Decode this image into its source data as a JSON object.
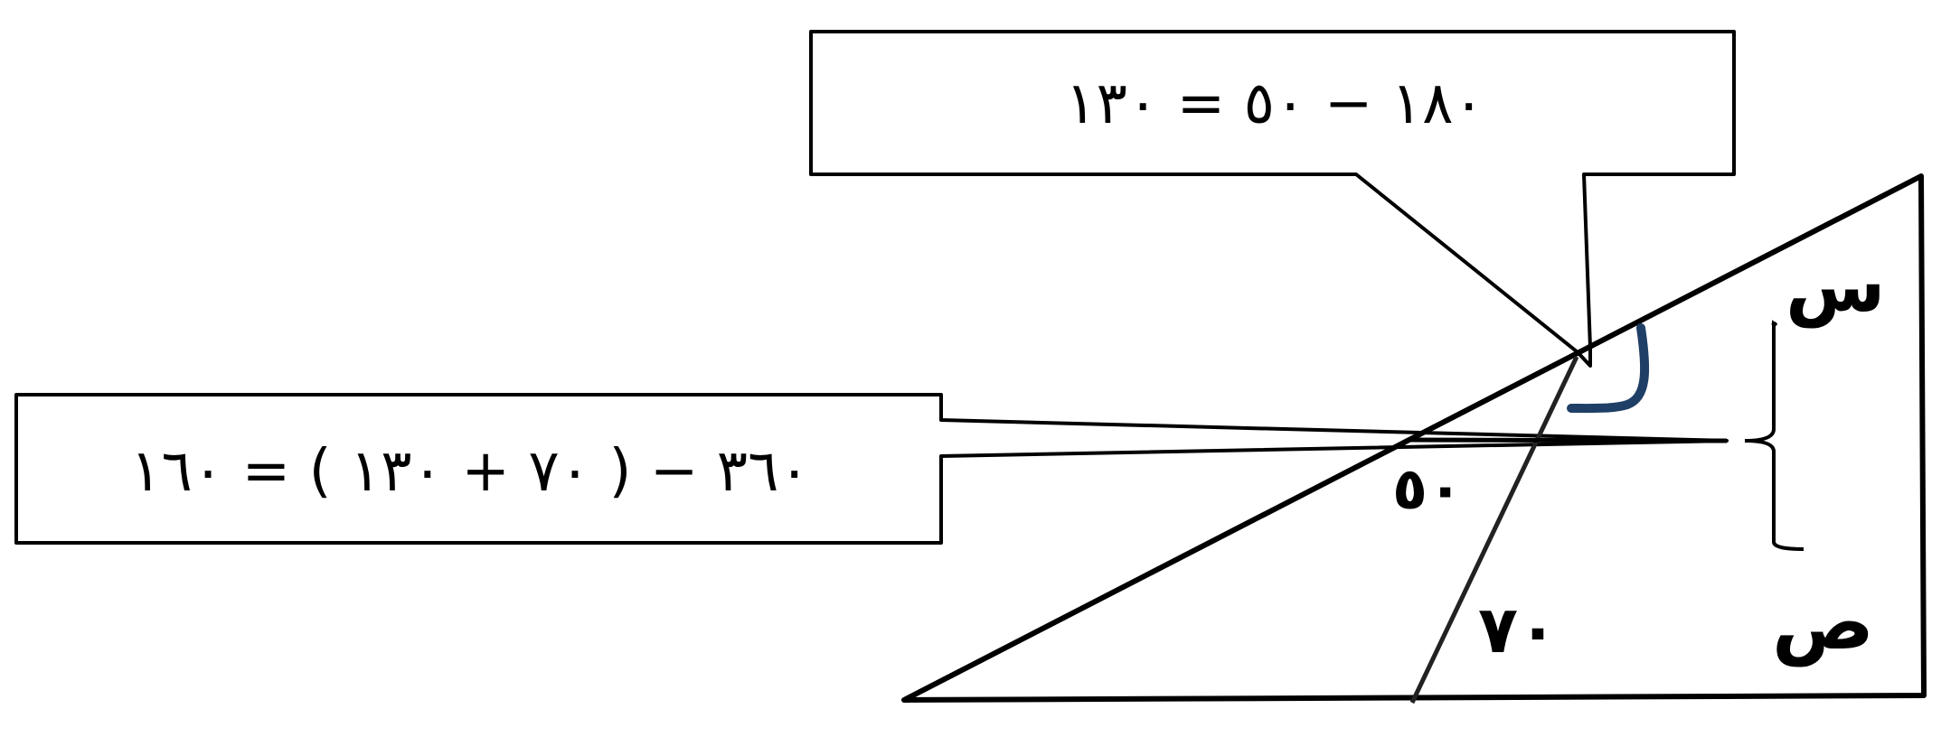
{
  "callouts": {
    "top": {
      "equation": "١٨٠ − ٥٠ = ١٣٠"
    },
    "left": {
      "equation": "٣٦٠ − ( ٧٠ + ١٣٠ ) = ١٦٠"
    }
  },
  "figure": {
    "angle_bottom_left": "٥٠",
    "angle_bottom": "٧٠",
    "variable_upper": "س",
    "variable_lower": "ص"
  },
  "colors": {
    "stroke": "#000000",
    "angle_arc": "#1f3f66",
    "background": "#ffffff"
  }
}
